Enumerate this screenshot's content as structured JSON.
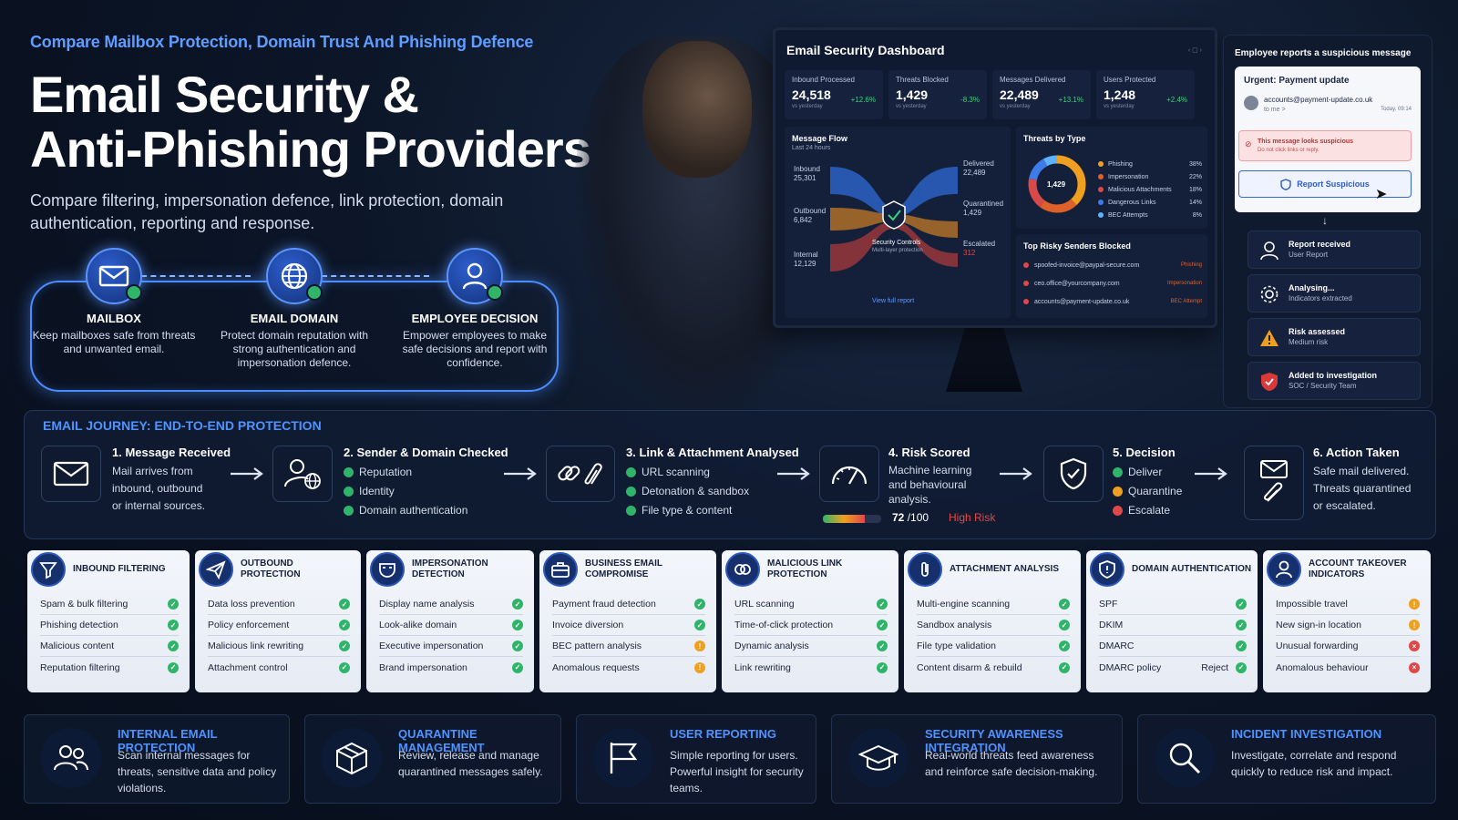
{
  "hero": {
    "eyebrow": "Compare Mailbox Protection, Domain Trust And Phishing Defence",
    "title_line1": "Email Security &",
    "title_line2": "Anti-Phishing Providers UK",
    "subtitle": "Compare filtering, impersonation defence, link protection, domain authentication, reporting and response."
  },
  "pillars": [
    {
      "title": "MAILBOX",
      "desc": "Keep mailboxes safe from threats and unwanted email.",
      "icon": "envelope-icon"
    },
    {
      "title": "EMAIL DOMAIN",
      "desc": "Protect domain reputation with strong authentication and impersonation defence.",
      "icon": "globe-icon"
    },
    {
      "title": "EMPLOYEE DECISION",
      "desc": "Empower employees to make safe decisions and report with confidence.",
      "icon": "user-icon"
    }
  ],
  "dashboard": {
    "title": "Email Security Dashboard",
    "stats": [
      {
        "label": "Inbound Processed",
        "value": "24,518",
        "delta": "+12.6%",
        "sub": "vs yesterday"
      },
      {
        "label": "Threats Blocked",
        "value": "1,429",
        "delta": "-8.3%",
        "sub": "vs yesterday"
      },
      {
        "label": "Messages Delivered",
        "value": "22,489",
        "delta": "+13.1%",
        "sub": "vs yesterday"
      },
      {
        "label": "Users Protected",
        "value": "1,248",
        "delta": "+2.4%",
        "sub": "vs yesterday"
      }
    ],
    "flow": {
      "title": "Message Flow",
      "sub": "Last 24 hours",
      "inbound_label": "Inbound",
      "inbound": "25,301",
      "outbound_label": "Outbound",
      "outbound": "6,842",
      "internal_label": "Internal",
      "internal": "12,129",
      "delivered_label": "Delivered",
      "delivered": "22,489",
      "quarantined_label": "Quarantined",
      "quarantined": "1,429",
      "escalated_label": "Escalated",
      "escalated": "312",
      "controls": "Security Controls",
      "controls_sub": "Multi-layer protection",
      "link": "View full report"
    },
    "threats": {
      "title": "Threats by Type",
      "total": "1,429",
      "items": [
        {
          "name": "Phishing",
          "pct": "38%",
          "color": "#f0a020"
        },
        {
          "name": "Impersonation",
          "pct": "22%",
          "color": "#e0602a"
        },
        {
          "name": "Malicious Attachments",
          "pct": "18%",
          "color": "#d84a4a"
        },
        {
          "name": "Dangerous Links",
          "pct": "14%",
          "color": "#3f7be8"
        },
        {
          "name": "BEC Attempts",
          "pct": "8%",
          "color": "#5fb0ff"
        }
      ]
    },
    "senders": {
      "title": "Top Risky Senders Blocked",
      "items": [
        {
          "email": "spoofed-invoice@paypal-secure.com",
          "tag": "Phishing"
        },
        {
          "email": "ceo.office@yourcompany.com",
          "tag": "Impersonation"
        },
        {
          "email": "accounts@payment-update.co.uk",
          "tag": "BEC Attempt"
        }
      ]
    }
  },
  "report": {
    "title": "Employee reports a suspicious message",
    "subject": "Urgent: Payment update",
    "from": "accounts@payment-update.co.uk",
    "to": "to me >",
    "time": "Today, 09:14",
    "warning": "This message looks suspicious",
    "warning_sub": "Do not click links or reply.",
    "button": "Report Suspicious",
    "steps": [
      {
        "t1": "Report received",
        "t2": "User Report"
      },
      {
        "t1": "Analysing...",
        "t2": "Indicators extracted"
      },
      {
        "t1": "Risk assessed",
        "t2": "Medium risk"
      },
      {
        "t1": "Added to investigation",
        "t2": "SOC / Security Team"
      }
    ]
  },
  "journey": {
    "title": "EMAIL JOURNEY: END-TO-END PROTECTION",
    "steps": [
      {
        "h": "1. Message Received",
        "b": [
          "Mail arrives from",
          "inbound, outbound",
          "or internal sources."
        ]
      },
      {
        "h": "2. Sender & Domain Checked",
        "li": [
          "Reputation",
          "Identity",
          "Domain authentication"
        ]
      },
      {
        "h": "3. Link & Attachment Analysed",
        "li": [
          "URL scanning",
          "Detonation & sandbox",
          "File type & content"
        ]
      },
      {
        "h": "4. Risk Scored",
        "b": [
          "Machine learning",
          "and behavioural",
          "analysis."
        ],
        "score": "72",
        "score_max": "/100",
        "risk": "High Risk",
        "risk_fraction": 0.72
      },
      {
        "h": "5. Decision",
        "li": [
          "Deliver",
          "Quarantine",
          "Escalate"
        ]
      },
      {
        "h": "6. Action Taken",
        "b": [
          "Safe mail delivered.",
          "Threats quarantined",
          "or escalated."
        ]
      }
    ]
  },
  "cards": [
    {
      "title": "INBOUND FILTERING",
      "icon": "filter-icon",
      "rows": [
        {
          "t": "Spam & bulk filtering",
          "s": "ok"
        },
        {
          "t": "Phishing detection",
          "s": "ok"
        },
        {
          "t": "Malicious content",
          "s": "ok"
        },
        {
          "t": "Reputation filtering",
          "s": "ok"
        }
      ]
    },
    {
      "title": "OUTBOUND PROTECTION",
      "icon": "paper-plane-icon",
      "rows": [
        {
          "t": "Data loss prevention",
          "s": "ok"
        },
        {
          "t": "Policy enforcement",
          "s": "ok"
        },
        {
          "t": "Malicious link rewriting",
          "s": "ok"
        },
        {
          "t": "Attachment control",
          "s": "ok"
        }
      ]
    },
    {
      "title": "IMPERSONATION DETECTION",
      "icon": "mask-icon",
      "rows": [
        {
          "t": "Display name analysis",
          "s": "ok"
        },
        {
          "t": "Look-alike domain",
          "s": "ok"
        },
        {
          "t": "Executive impersonation",
          "s": "ok"
        },
        {
          "t": "Brand impersonation",
          "s": "ok"
        }
      ]
    },
    {
      "title": "BUSINESS EMAIL COMPROMISE",
      "icon": "briefcase-icon",
      "rows": [
        {
          "t": "Payment fraud detection",
          "s": "ok"
        },
        {
          "t": "Invoice diversion",
          "s": "ok"
        },
        {
          "t": "BEC pattern analysis",
          "s": "warn"
        },
        {
          "t": "Anomalous requests",
          "s": "warn"
        }
      ]
    },
    {
      "title": "MALICIOUS LINK PROTECTION",
      "icon": "link-icon",
      "rows": [
        {
          "t": "URL scanning",
          "s": "ok"
        },
        {
          "t": "Time-of-click protection",
          "s": "ok"
        },
        {
          "t": "Dynamic analysis",
          "s": "ok"
        },
        {
          "t": "Link rewriting",
          "s": "ok"
        }
      ]
    },
    {
      "title": "ATTACHMENT ANALYSIS",
      "icon": "paperclip-icon",
      "rows": [
        {
          "t": "Multi-engine scanning",
          "s": "ok"
        },
        {
          "t": "Sandbox analysis",
          "s": "ok"
        },
        {
          "t": "File type validation",
          "s": "ok"
        },
        {
          "t": "Content disarm & rebuild",
          "s": "ok"
        }
      ]
    },
    {
      "title": "DOMAIN AUTHENTICATION",
      "icon": "shield-icon",
      "rows": [
        {
          "t": "SPF",
          "s": "ok"
        },
        {
          "t": "DKIM",
          "s": "ok"
        },
        {
          "t": "DMARC",
          "s": "ok"
        },
        {
          "t": "DMARC policy",
          "v": "Reject",
          "s": "ok"
        }
      ]
    },
    {
      "title": "ACCOUNT TAKEOVER INDICATORS",
      "icon": "user-icon",
      "rows": [
        {
          "t": "Impossible travel",
          "s": "warn"
        },
        {
          "t": "New sign-in location",
          "s": "warn"
        },
        {
          "t": "Unusual forwarding",
          "s": "bad"
        },
        {
          "t": "Anomalous behaviour",
          "s": "bad"
        }
      ]
    }
  ],
  "bottom": [
    {
      "h": "INTERNAL EMAIL PROTECTION",
      "p": "Scan internal messages for threats, sensitive data and policy violations.",
      "icon": "users-icon"
    },
    {
      "h": "QUARANTINE MANAGEMENT",
      "p": "Review, release and manage quarantined messages safely.",
      "icon": "box-icon"
    },
    {
      "h": "USER REPORTING",
      "p": "Simple reporting for users. Powerful insight for security teams.",
      "icon": "flag-icon"
    },
    {
      "h": "SECURITY AWARENESS INTEGRATION",
      "p": "Real-world threats feed awareness and reinforce safe decision-making.",
      "icon": "graduation-cap-icon"
    },
    {
      "h": "INCIDENT INVESTIGATION",
      "p": "Investigate, correlate and respond quickly to reduce risk and impact.",
      "icon": "magnifier-icon"
    }
  ],
  "colors": {
    "ok": "#2fb46a",
    "warn": "#f0a020",
    "bad": "#e04848",
    "accent": "#4f93ff"
  }
}
